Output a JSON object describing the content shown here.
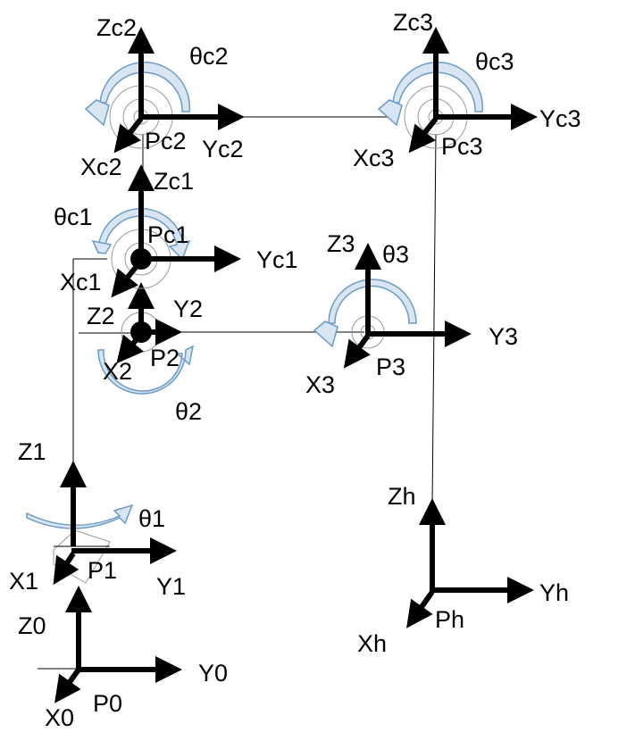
{
  "frames": {
    "f0": {
      "x": "X0",
      "y": "Y0",
      "z": "Z0",
      "p": "P0"
    },
    "f1": {
      "x": "X1",
      "y": "Y1",
      "z": "Z1",
      "p": "P1",
      "theta": "θ1"
    },
    "f2": {
      "x": "X2",
      "y": "Y2",
      "z": "Z2",
      "p": "P2",
      "theta": "θ2"
    },
    "f3": {
      "x": "X3",
      "y": "Y3",
      "z": "Z3",
      "p": "P3",
      "theta": "θ3"
    },
    "fc1": {
      "x": "Xc1",
      "y": "Yc1",
      "z": "Zc1",
      "p": "Pc1",
      "theta": "θc1"
    },
    "fc2": {
      "x": "Xc2",
      "y": "Yc2",
      "z": "Zc2",
      "p": "Pc2",
      "theta": "θc2"
    },
    "fc3": {
      "x": "Xc3",
      "y": "Yc3",
      "z": "Zc3",
      "p": "Pc3",
      "theta": "θc3"
    },
    "fh": {
      "x": "Xh",
      "y": "Yh",
      "z": "Zh",
      "p": "Ph"
    }
  },
  "colors": {
    "axis": "#000000",
    "rotation_fill": "#d8e6f3",
    "rotation_stroke": "#6a9bc6",
    "ring": "#9a9a9a",
    "background": "#ffffff"
  }
}
